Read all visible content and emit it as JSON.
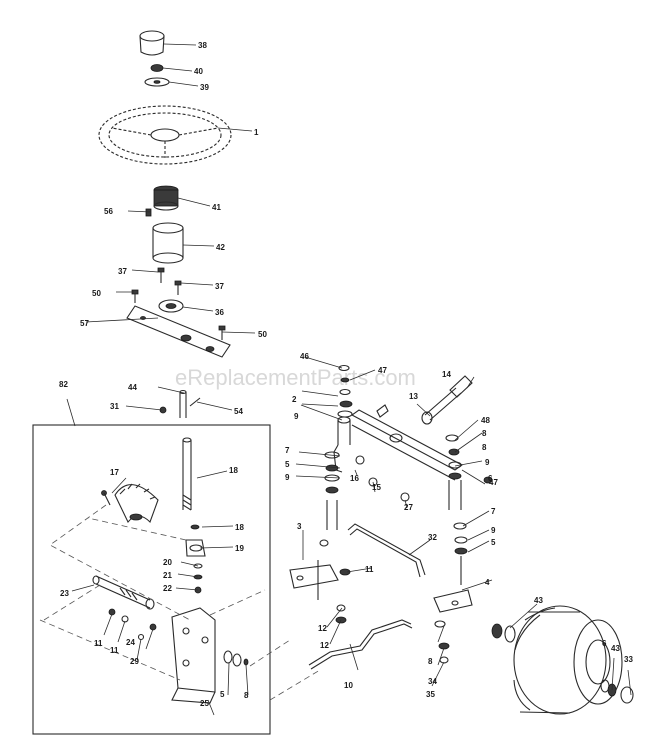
{
  "watermark": "eReplacementParts.com",
  "colors": {
    "ink": "#1a1a1a",
    "paper": "#ffffff",
    "watermark": "#d8d8d8"
  },
  "callouts": [
    "38",
    "40",
    "39",
    "1",
    "41",
    "56",
    "42",
    "37",
    "37",
    "50",
    "36",
    "57",
    "50",
    "46",
    "47",
    "44",
    "54",
    "82",
    "31",
    "14",
    "13",
    "48",
    "2",
    "8",
    "9",
    "8",
    "7",
    "9",
    "5",
    "6",
    "9",
    "16",
    "15",
    "47",
    "27",
    "17",
    "18",
    "18",
    "7",
    "9",
    "5",
    "19",
    "3",
    "32",
    "20",
    "21",
    "22",
    "11",
    "4",
    "23",
    "43",
    "11",
    "12",
    "11",
    "12",
    "24",
    "29",
    "6",
    "43",
    "33",
    "8",
    "34",
    "35",
    "10",
    "25",
    "5",
    "8"
  ]
}
